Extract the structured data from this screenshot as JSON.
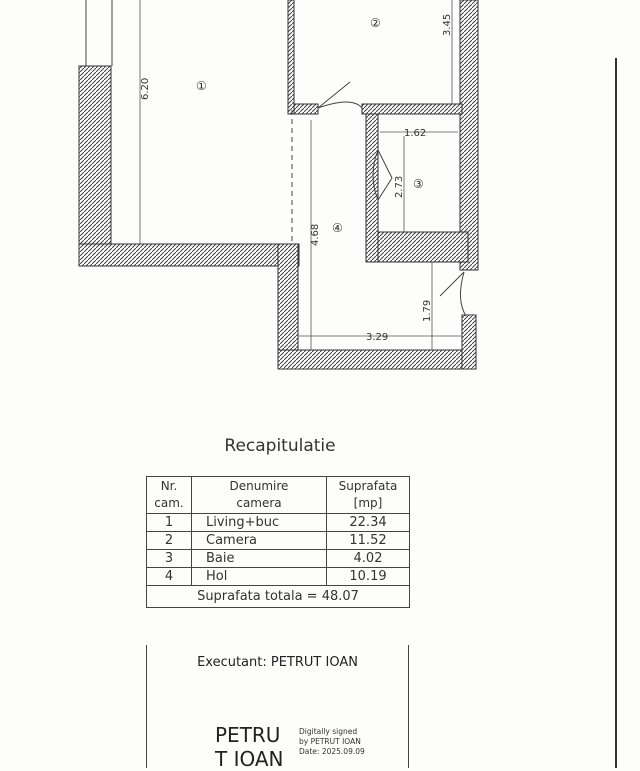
{
  "plan": {
    "rooms": [
      "①",
      "②",
      "③",
      "④"
    ],
    "dimensions": {
      "d1": "6.20",
      "d2": "3.45",
      "d3": "1.62",
      "d4": "2.73",
      "d5": "4.68",
      "d6": "1.79",
      "d7": "3.29"
    }
  },
  "recap": {
    "title": "Recapitulatie",
    "headers": {
      "nr": "Nr.\ncam.",
      "name": "Denumire\ncamera",
      "area": "Suprafata\n[mp]"
    },
    "rows": [
      {
        "nr": "1",
        "name": "Living+buc",
        "area": "22.34"
      },
      {
        "nr": "2",
        "name": "Camera",
        "area": "11.52"
      },
      {
        "nr": "3",
        "name": "Baie",
        "area": "4.02"
      },
      {
        "nr": "4",
        "name": "Hol",
        "area": "10.19"
      }
    ],
    "total": "Suprafata totala = 48.07"
  },
  "executant": {
    "label": "Executant: PETRUT IOAN",
    "signature_name": "PETRU\nT IOAN",
    "digital_note": "Digitally signed\nby PETRUT IOAN\nDate: 2025.09.09"
  }
}
